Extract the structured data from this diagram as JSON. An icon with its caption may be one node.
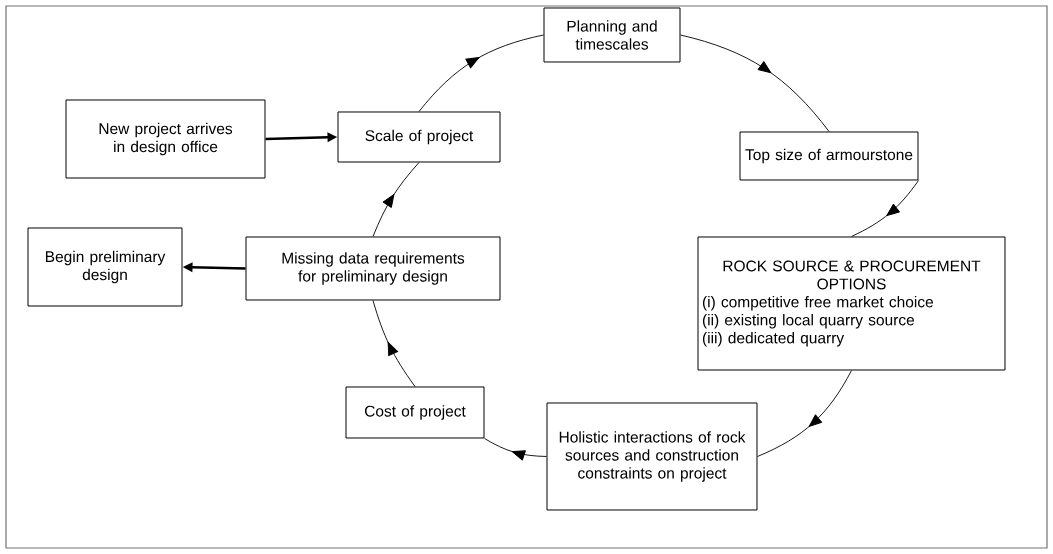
{
  "diagram": {
    "nodes": [
      {
        "text": [
          "New project arrives in design office"
        ]
      },
      {
        "text": [
          "Scale of project"
        ]
      },
      {
        "text": [
          "Planning and timescales"
        ]
      },
      {
        "text": [
          "Top size of armourstone"
        ]
      },
      {
        "text": [
          "ROCK SOURCE & PROCUREMENT OPTIONS",
          "(i) competitive free market choice",
          "(ii) existing local quarry source",
          "(iii) dedicated quarry"
        ]
      },
      {
        "text": [
          "Holistic interactions of rock sources and construction constraints on project"
        ]
      },
      {
        "text": [
          "Cost of project"
        ]
      },
      {
        "text": [
          "Missing data requirements for preliminary design"
        ]
      },
      {
        "text": [
          "Begin preliminary design"
        ]
      }
    ],
    "edges": [
      {
        "from": 0,
        "to": 1,
        "arrow": "to",
        "style": "thick"
      },
      {
        "from": 1,
        "to": 2,
        "arrow": "to"
      },
      {
        "from": 2,
        "to": 3,
        "arrow": "to"
      },
      {
        "from": 3,
        "to": 4,
        "arrow": "to"
      },
      {
        "from": 4,
        "to": 5,
        "arrow": "to"
      },
      {
        "from": 5,
        "to": 6,
        "arrow": "to"
      },
      {
        "from": 6,
        "to": 7,
        "arrow": "to"
      },
      {
        "from": 7,
        "to": 1,
        "arrow": "to"
      },
      {
        "from": 7,
        "to": 8,
        "arrow": "to",
        "style": "thick"
      }
    ]
  }
}
